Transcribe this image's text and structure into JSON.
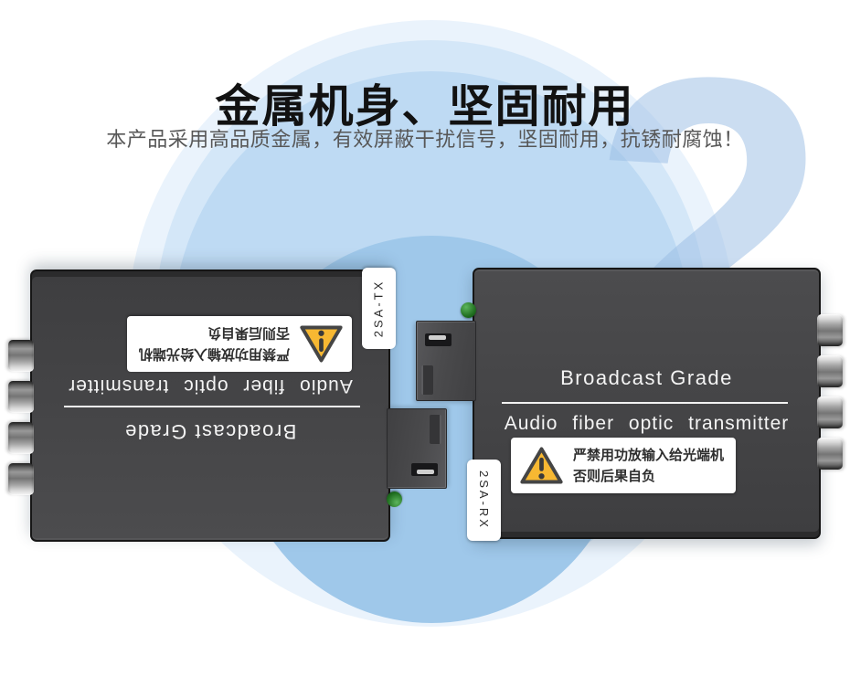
{
  "header": {
    "title": "金属机身、坚固耐用",
    "subtitle": "本产品采用高品质金属，有效屏蔽干扰信号，坚固耐用，抗锈耐腐蚀！"
  },
  "background": {
    "numeral": "2"
  },
  "devices": {
    "left": {
      "model": "2SA-TX",
      "grade": "Broadcast Grade",
      "product": "Audio fiber optic transmitter",
      "warning_line1": "严禁用功放输入给光端机",
      "warning_line2": "否则后果自负"
    },
    "right": {
      "model": "2SA-RX",
      "grade": "Broadcast Grade",
      "product": "Audio fiber optic transmitter",
      "warning_line1": "严禁用功放输入给光端机",
      "warning_line2": "否则后果自负"
    }
  },
  "colors": {
    "device_body": "#464648",
    "warning_yellow": "#F7B832",
    "warning_border": "#454545",
    "led_green": "#2F8A2F",
    "background_blue_inner": "#9FC8EA",
    "background_blue_outer": "#EAF3FC",
    "title_text": "#121212",
    "subtitle_text": "#575757"
  }
}
